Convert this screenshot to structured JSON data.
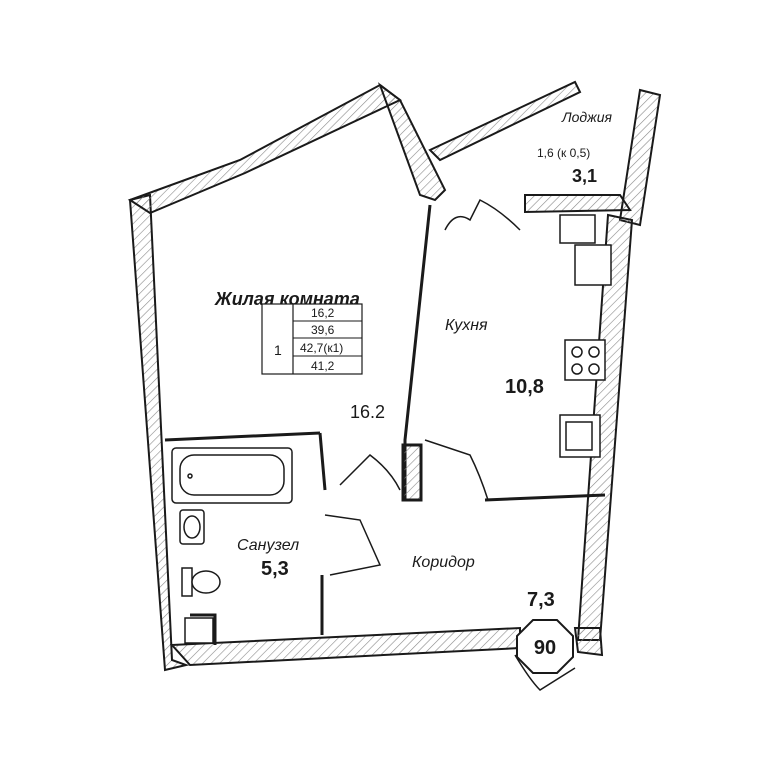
{
  "rooms": {
    "living": {
      "label": "Жилая комната",
      "area": "16.2"
    },
    "kitchen": {
      "label": "Кухня",
      "area": "10,8"
    },
    "loggia": {
      "label": "Лоджия",
      "coef": "1,6 (к 0,5)",
      "area": "3,1"
    },
    "bathroom": {
      "label": "Санузел",
      "area": "5,3"
    },
    "corridor": {
      "label": "Коридор",
      "area": "7,3"
    }
  },
  "summary": {
    "rooms_count": "1",
    "living_area": "16,2",
    "total_area": "39,6",
    "area_with_coef": "42,7(к1)",
    "area_other": "41,2"
  },
  "apartment_number": "90",
  "colors": {
    "wall": "#1a1a1a",
    "hatch": "#9a9a9a",
    "background": "#ffffff"
  }
}
